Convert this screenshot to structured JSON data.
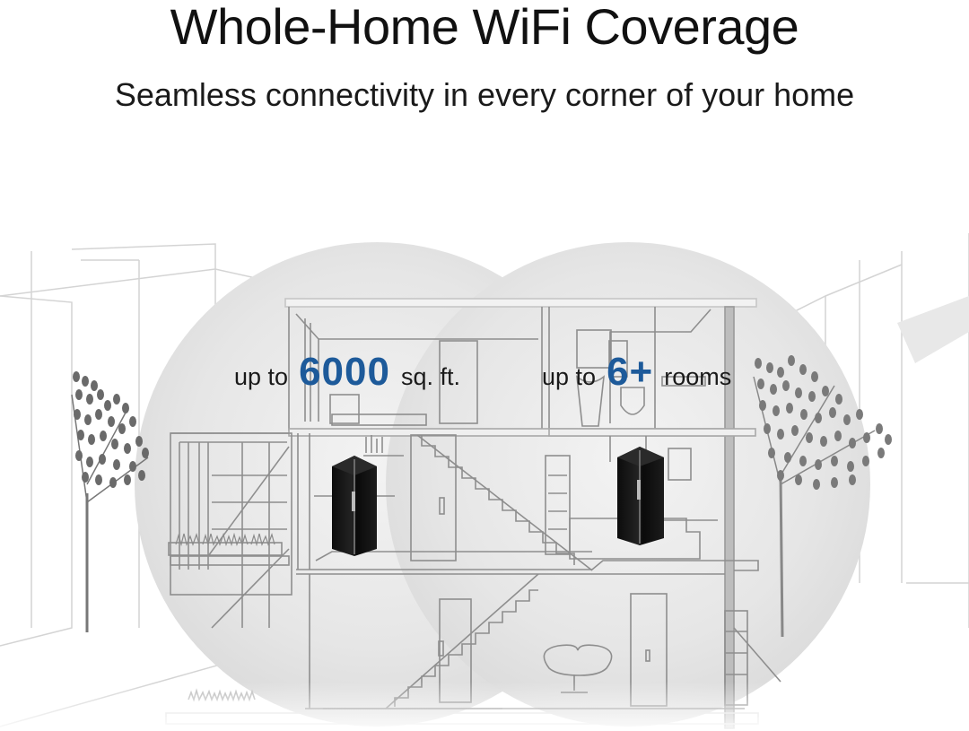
{
  "header": {
    "title": "Whole-Home WiFi Coverage",
    "subtitle": "Seamless connectivity in every corner of your home"
  },
  "stats": [
    {
      "prefix": "up to",
      "value": "6000",
      "unit": "sq. ft."
    },
    {
      "prefix": "up to",
      "value": "6+",
      "unit": "rooms"
    }
  ],
  "illustration": {
    "routers": [
      "router-left",
      "router-right"
    ],
    "coverage_circles": 2,
    "colors": {
      "accent_blue": "#1d5a9a",
      "circle_gray": "#e4e4e4",
      "line_gray": "#8a8a8a",
      "router_black": "#151515"
    }
  }
}
